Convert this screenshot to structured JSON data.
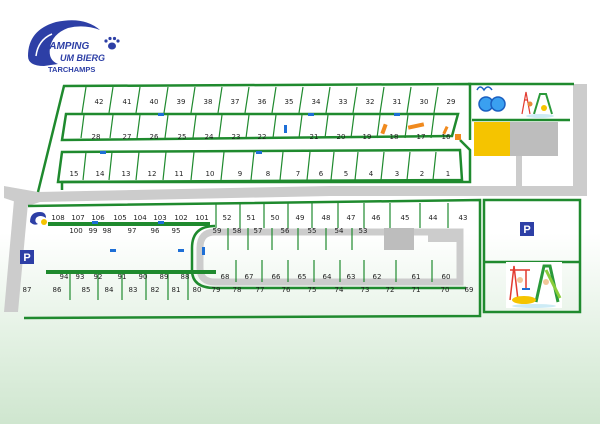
{
  "logo": {
    "line1": "CAMPING",
    "line2": "UM BIERG",
    "line3": "TARCHAMPS"
  },
  "parking": {
    "label": "P"
  },
  "colors": {
    "hedge": "#1f8a2e",
    "road": "#cccccc",
    "brand_blue": "#2d3fa6",
    "building_yellow": "#f5c400",
    "building_gray": "#bdbdbd",
    "accent_blue": "#1e6fd6",
    "orange": "#f08a1e"
  },
  "pitches": {
    "row1": [
      "42",
      "41",
      "40",
      "39",
      "38",
      "37",
      "36",
      "35",
      "34",
      "33",
      "32",
      "31",
      "30",
      "29"
    ],
    "row2": [
      "28",
      "27",
      "26",
      "25",
      "24",
      "23",
      "22",
      "21",
      "20",
      "19",
      "18",
      "17",
      "16"
    ],
    "row3": [
      "15",
      "14",
      "13",
      "12",
      "11",
      "10",
      "9",
      "8",
      "7",
      "6",
      "5",
      "4",
      "3",
      "2",
      "1"
    ],
    "row4": [
      "108",
      "107",
      "106",
      "105",
      "104",
      "103",
      "102",
      "101",
      "52",
      "51",
      "50",
      "49",
      "48",
      "47",
      "46",
      "45",
      "44",
      "43"
    ],
    "row5": [
      "100",
      "99",
      "98",
      "97",
      "96",
      "95",
      "59",
      "58",
      "57",
      "56",
      "55",
      "54",
      "53"
    ],
    "row6": [
      "94",
      "93",
      "92",
      "91",
      "90",
      "89",
      "88",
      "68",
      "67",
      "66",
      "65",
      "64",
      "63",
      "62",
      "61",
      "60"
    ],
    "row7": [
      "87",
      "86",
      "85",
      "84",
      "83",
      "82",
      "81",
      "80",
      "79",
      "78",
      "77",
      "76",
      "75",
      "74",
      "73",
      "72",
      "71",
      "70",
      "69"
    ]
  }
}
